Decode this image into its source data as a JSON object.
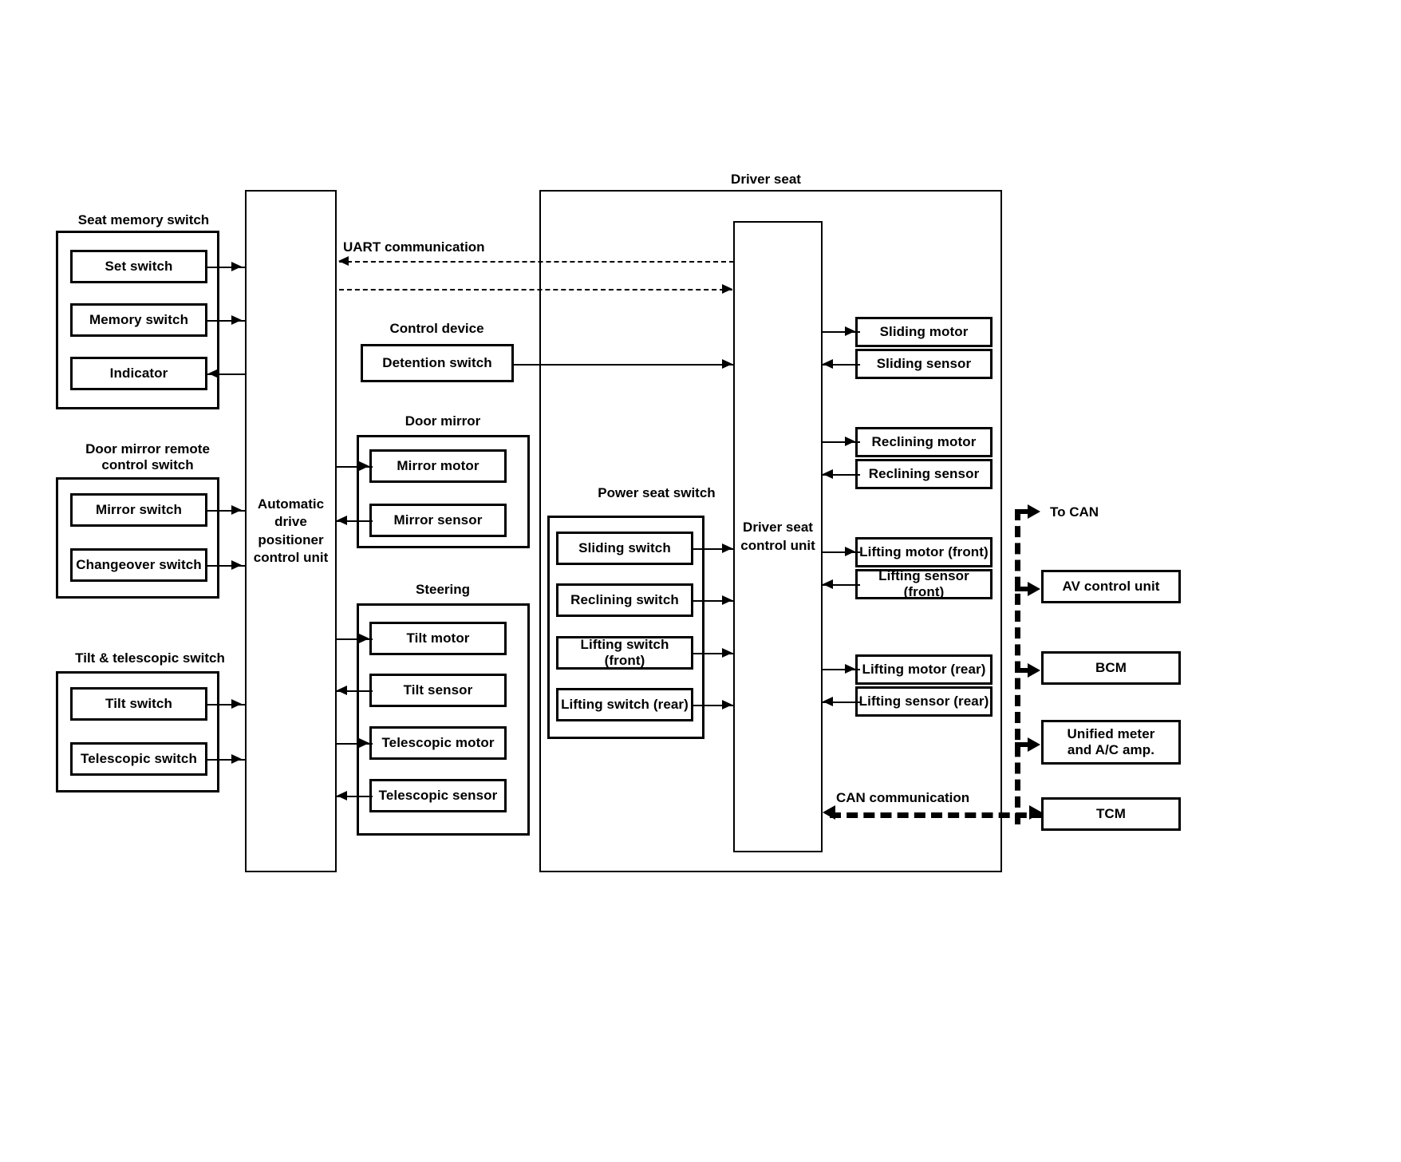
{
  "diagram": {
    "title_driver_seat": "Driver seat",
    "comm_uart": "UART communication",
    "comm_can": "CAN communication",
    "to_can": "To CAN"
  },
  "groups": {
    "seat_memory_switch": {
      "label": "Seat memory switch",
      "items": [
        {
          "label": "Set switch"
        },
        {
          "label": "Memory switch"
        },
        {
          "label": "Indicator"
        }
      ]
    },
    "door_mirror_remote_control_switch": {
      "label": "Door mirror remote\ncontrol switch",
      "items": [
        {
          "label": "Mirror switch"
        },
        {
          "label": "Changeover switch"
        }
      ]
    },
    "tilt_telescopic_switch": {
      "label": "Tilt & telescopic switch",
      "items": [
        {
          "label": "Tilt switch"
        },
        {
          "label": "Telescopic switch"
        }
      ]
    },
    "control_device": {
      "label": "Control device",
      "items": [
        {
          "label": "Detention switch"
        }
      ]
    },
    "door_mirror": {
      "label": "Door mirror",
      "items": [
        {
          "label": "Mirror motor"
        },
        {
          "label": "Mirror sensor"
        }
      ]
    },
    "steering": {
      "label": "Steering",
      "items": [
        {
          "label": "Tilt motor"
        },
        {
          "label": "Tilt sensor"
        },
        {
          "label": "Telescopic motor"
        },
        {
          "label": "Telescopic sensor"
        }
      ]
    },
    "power_seat_switch": {
      "label": "Power seat switch",
      "items": [
        {
          "label": "Sliding switch"
        },
        {
          "label": "Reclining switch"
        },
        {
          "label": "Lifting switch (front)"
        },
        {
          "label": "Lifting switch (rear)"
        }
      ]
    }
  },
  "units": {
    "automatic_drive_positioner_control_unit": "Automatic\ndrive\npositioner\ncontrol unit",
    "driver_seat_control_unit": "Driver seat\ncontrol unit"
  },
  "actuators": [
    {
      "label": "Sliding motor"
    },
    {
      "label": "Sliding sensor"
    },
    {
      "label": "Reclining motor"
    },
    {
      "label": "Reclining sensor"
    },
    {
      "label": "Lifting motor (front)"
    },
    {
      "label": "Lifting sensor (front)"
    },
    {
      "label": "Lifting motor (rear)"
    },
    {
      "label": "Lifting sensor (rear)"
    }
  ],
  "can_nodes": [
    {
      "label": "AV control unit"
    },
    {
      "label": "BCM"
    },
    {
      "label": "Unified meter\nand A/C amp."
    },
    {
      "label": "TCM"
    }
  ],
  "colors": {
    "line": "#000000",
    "background": "#ffffff"
  }
}
